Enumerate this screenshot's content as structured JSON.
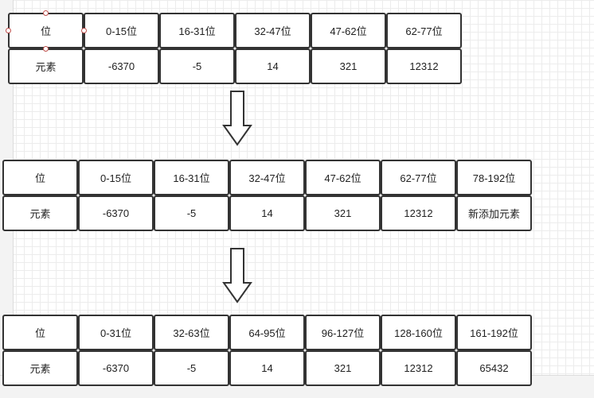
{
  "tables": [
    {
      "header": [
        "位",
        "0-15位",
        "16-31位",
        "32-47位",
        "47-62位",
        "62-77位"
      ],
      "row": [
        "元素",
        "-6370",
        "-5",
        "14",
        "321",
        "12312"
      ]
    },
    {
      "header": [
        "位",
        "0-15位",
        "16-31位",
        "32-47位",
        "47-62位",
        "62-77位",
        "78-192位"
      ],
      "row": [
        "元素",
        "-6370",
        "-5",
        "14",
        "321",
        "12312",
        "新添加元素"
      ]
    },
    {
      "header": [
        "位",
        "0-31位",
        "32-63位",
        "64-95位",
        "96-127位",
        "128-160位",
        "161-192位"
      ],
      "row": [
        "元素",
        "-6370",
        "-5",
        "14",
        "321",
        "12312",
        "65432"
      ]
    }
  ],
  "colors": {
    "border": "#333333",
    "handle": "#c0504d"
  }
}
